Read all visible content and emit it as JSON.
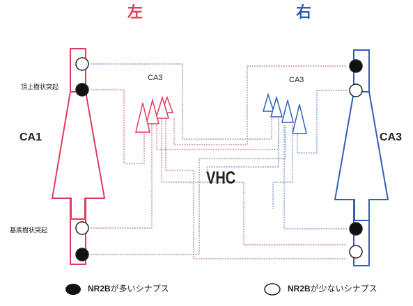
{
  "title_left": "左",
  "title_right": "右",
  "labels": {
    "ca1": "CA1",
    "ca3_right_big": "CA3",
    "ca3_left_cluster": "CA3",
    "ca3_right_cluster": "CA3",
    "vhc": "VHC",
    "apical_dendrite": "頂上樹状突起",
    "basal_dendrite": "基底樹状突起"
  },
  "legend": {
    "filled_prefix": "NR2B",
    "filled_suffix": "が多いシナプス",
    "open_prefix": "NR2B",
    "open_suffix": "が少ないシナプス"
  },
  "colors": {
    "left": "#e23a5a",
    "right": "#2e5fb8",
    "text": "#222222",
    "left_line": "#b0506a",
    "right_line": "#4a6fb8"
  }
}
